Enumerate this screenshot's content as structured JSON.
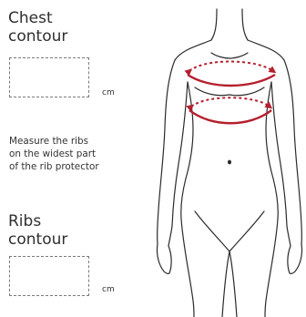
{
  "chest": {
    "title_line1": "Chest",
    "title_line2": "contour",
    "unit": "cm"
  },
  "instructions": {
    "line1": "Measure the ribs",
    "line2": "on the widest part",
    "line3": "of the rib protector"
  },
  "ribs": {
    "title_line1": "Ribs",
    "title_line2": "contour",
    "unit": "cm"
  },
  "colors": {
    "measure_accent": "#b5202e",
    "outline": "#2a2a2a"
  }
}
